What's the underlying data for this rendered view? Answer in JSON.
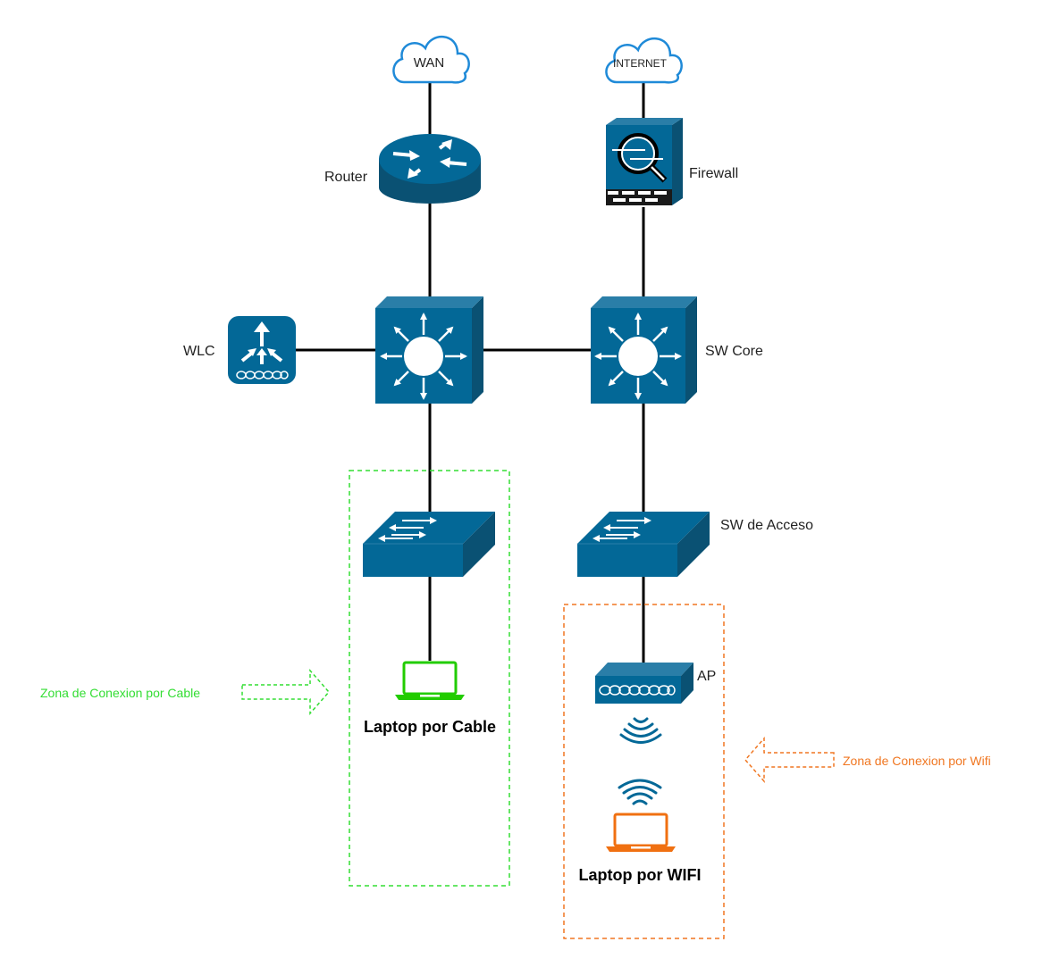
{
  "colors": {
    "device_face": "#036897",
    "device_side": "#0a5173",
    "device_top": "#2a7ea8",
    "cloud_stroke": "#1f8ad8",
    "link": "#000000",
    "cable_zone": "#33dd33",
    "wifi_zone": "#f07722",
    "laptop_cable": "#22cc00",
    "laptop_wifi": "#f07011"
  },
  "nodes": {
    "wan": {
      "label": "WAN",
      "icon": "cloud-icon"
    },
    "internet": {
      "label": "INTERNET",
      "icon": "cloud-icon"
    },
    "router": {
      "label": "Router",
      "icon": "router-icon"
    },
    "firewall": {
      "label": "Firewall",
      "icon": "firewall-icon"
    },
    "wlc": {
      "label": "WLC",
      "icon": "wireless-controller-icon"
    },
    "distribution_switch": {
      "label": "",
      "icon": "layer3-switch-icon"
    },
    "sw_core": {
      "label": "SW Core",
      "icon": "layer3-switch-icon"
    },
    "cable_access_switch": {
      "label": "",
      "icon": "workgroup-switch-icon"
    },
    "sw_acceso": {
      "label": "SW de Acceso",
      "icon": "workgroup-switch-icon"
    },
    "ap": {
      "label": "AP",
      "icon": "access-point-icon"
    },
    "laptop_cable": {
      "label": "Laptop por Cable",
      "icon": "laptop-icon"
    },
    "laptop_wifi": {
      "label": "Laptop por WIFI",
      "icon": "laptop-icon"
    },
    "wifi_signal_ap": {
      "icon": "wifi-signal-icon"
    },
    "wifi_signal_laptop": {
      "icon": "wifi-signal-icon"
    }
  },
  "zones": {
    "cable": {
      "label": "Zona de Conexion por Cable",
      "arrow_icon": "arrow-right-icon"
    },
    "wifi": {
      "label": "Zona de Conexion por Wifi",
      "arrow_icon": "arrow-left-icon"
    }
  },
  "links": [
    [
      "wan",
      "router"
    ],
    [
      "router",
      "distribution_switch"
    ],
    [
      "wlc",
      "distribution_switch"
    ],
    [
      "distribution_switch",
      "sw_core"
    ],
    [
      "internet",
      "firewall"
    ],
    [
      "firewall",
      "sw_core"
    ],
    [
      "distribution_switch",
      "cable_access_switch"
    ],
    [
      "cable_access_switch",
      "laptop_cable"
    ],
    [
      "sw_core",
      "sw_acceso"
    ],
    [
      "sw_acceso",
      "ap"
    ]
  ]
}
